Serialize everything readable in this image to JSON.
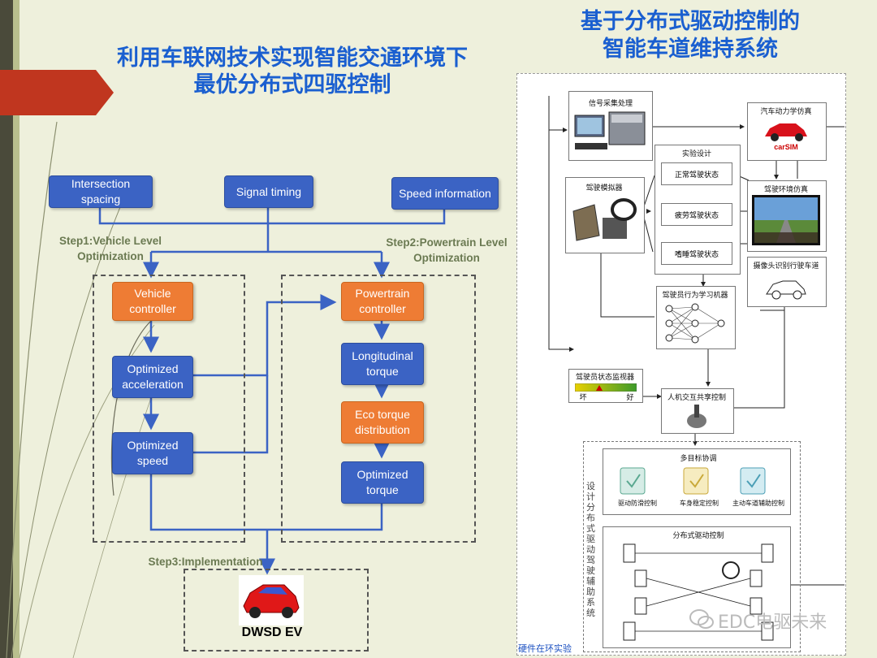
{
  "left_title": {
    "line1": "利用车联网技术实现智能交通环境下",
    "line2": "最优分布式四驱控制"
  },
  "right_title": {
    "line1": "基于分布式驱动控制的",
    "line2": "智能车道维持系统"
  },
  "flow": {
    "intersection_spacing": "Intersection\nspacing",
    "signal_timing": "Signal timing",
    "speed_information": "Speed information",
    "step1": "Step1:Vehicle Level\nOptimization",
    "step2": "Step2:Powertrain Level\nOptimization",
    "step3": "Step3:Implementation",
    "vehicle_controller": "Vehicle\ncontroller",
    "optimized_acceleration": "Optimized\nacceleration",
    "optimized_speed": "Optimized\nspeed",
    "powertrain_controller": "Powertrain\ncontroller",
    "longitudinal_torque": "Longitudinal\ntorque",
    "eco_torque": "Eco torque\ndistribution",
    "optimized_torque": "Optimized\ntorque",
    "dwsd_ev": "DWSD EV"
  },
  "system": {
    "signal_acq": "信号采集处理",
    "vehicle_dyn": "汽车动力学仿真",
    "carsim": "carSIM",
    "exp_design": "实验设计",
    "normal": "正常驾驶状态",
    "fatigue": "疲劳驾驶状态",
    "drowsy": "嗜睡驾驶状态",
    "simulator": "驾驶模拟器",
    "env_sim": "驾驶环境仿真",
    "camera": "摄像头识别行驶车道",
    "learning": "驾驶员行为学习机器",
    "monitor": "驾驶员状态监视器",
    "bad": "坏",
    "good": "好",
    "shared": "人机交互共享控制",
    "multi": "多目标协调",
    "ctrl1": "驱动防滑控制",
    "ctrl2": "车身稳定控制",
    "ctrl3": "主动车道辅助控制",
    "dist": "分布式驱动控制",
    "vertical": "设计分布式驱动驾驶辅助系统",
    "hil": "硬件在环实验",
    "watermark": "EDC电驱未来"
  },
  "colors": {
    "blue": "#3b63c4",
    "orange": "#ee7c34",
    "title": "#1a5fd0",
    "red_banner": "#c0361f"
  }
}
